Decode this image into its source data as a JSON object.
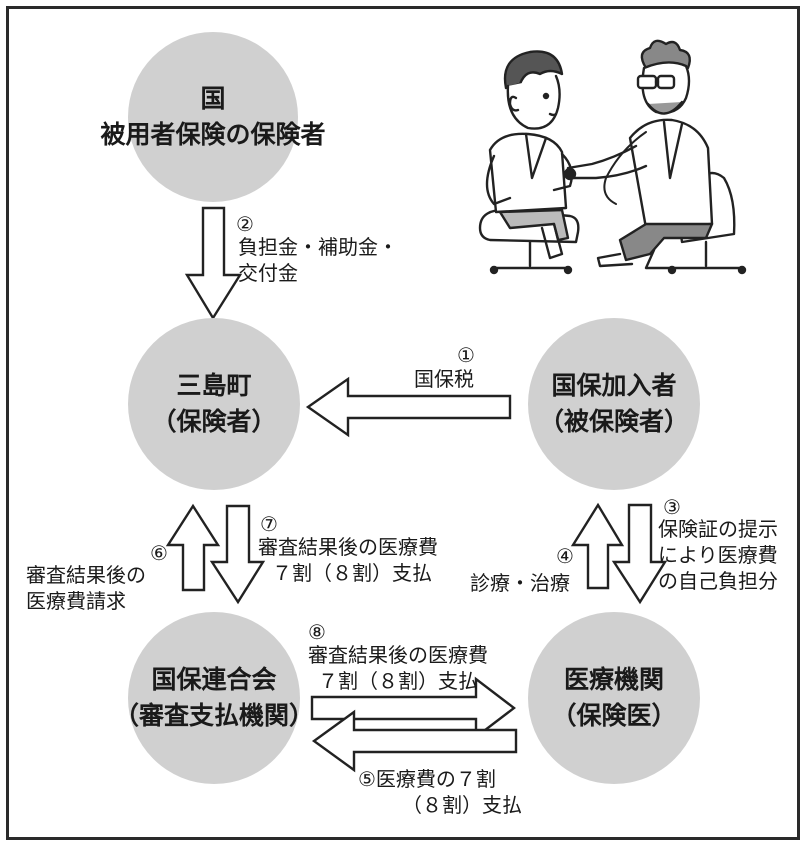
{
  "nodes": {
    "kuni": {
      "line1": "国",
      "line2": "被用者保険の保険者"
    },
    "mishima": {
      "line1": "三島町",
      "line2": "（保険者）"
    },
    "kokuho_member": {
      "line1": "国保加入者",
      "line2": "（被保険者）"
    },
    "rengokai": {
      "line1": "国保連合会",
      "line2": "（審査支払機関）"
    },
    "iryo": {
      "line1": "医療機関",
      "line2": "（保険医）"
    }
  },
  "flows": {
    "f1": {
      "num": "①",
      "text": "国保税"
    },
    "f2": {
      "num": "②",
      "line1": "負担金・補助金・",
      "line2": "交付金"
    },
    "f3": {
      "num": "③",
      "line1": "保険証の提示",
      "line2": "により医療費",
      "line3": "の自己負担分"
    },
    "f4": {
      "num": "④",
      "text": "診療・治療"
    },
    "f5": {
      "line1": "⑤医療費の７割",
      "line2": "（８割）支払"
    },
    "f6": {
      "num": "⑥",
      "line1": "審査結果後の",
      "line2": "医療費請求"
    },
    "f7": {
      "num": "⑦",
      "line1": "審査結果後の医療費",
      "line2": "７割（８割）支払"
    },
    "f8": {
      "num": "⑧",
      "line1": "審査結果後の医療費",
      "line2": "７割（８割）支払"
    }
  },
  "colors": {
    "circle_fill": "#d0d0d0",
    "line": "#222222",
    "background": "#ffffff"
  },
  "illustration": "doctor-examining-patient-with-stethoscope"
}
